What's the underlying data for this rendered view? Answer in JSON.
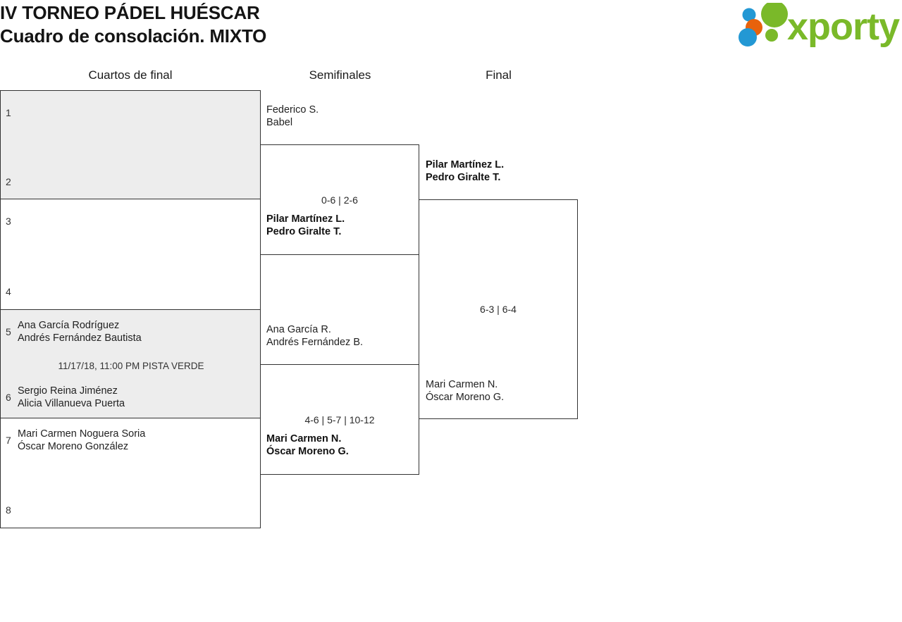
{
  "header": {
    "title_line1": "IV TORNEO PÁDEL HUÉSCAR",
    "title_line2": "Cuadro de consolación. MIXTO",
    "logo_text": "xporty",
    "logo_colors": {
      "green": "#7ab929",
      "orange": "#e8620c",
      "blue": "#2398d4"
    }
  },
  "rounds": [
    {
      "id": "quarters",
      "label": "Cuartos de final"
    },
    {
      "id": "semifinals",
      "label": "Semifinales"
    },
    {
      "id": "final",
      "label": "Final"
    }
  ],
  "quarters": {
    "matches": [
      {
        "shaded": true,
        "meta": "",
        "slots": [
          {
            "seed": "1",
            "player1": "",
            "player2": ""
          },
          {
            "seed": "2",
            "player1": "",
            "player2": ""
          }
        ]
      },
      {
        "shaded": false,
        "meta": "",
        "slots": [
          {
            "seed": "3",
            "player1": "",
            "player2": ""
          },
          {
            "seed": "4",
            "player1": "",
            "player2": ""
          }
        ]
      },
      {
        "shaded": true,
        "meta": "11/17/18, 11:00 PM PISTA VERDE",
        "slots": [
          {
            "seed": "5",
            "player1": "Ana García Rodríguez",
            "player2": "Andrés Fernández Bautista"
          },
          {
            "seed": "6",
            "player1": "Sergio Reina Jiménez",
            "player2": "Alicia Villanueva Puerta"
          }
        ]
      },
      {
        "shaded": false,
        "meta": "",
        "slots": [
          {
            "seed": "7",
            "player1": "Mari Carmen Noguera Soria",
            "player2": "Óscar Moreno González"
          },
          {
            "seed": "8",
            "player1": "",
            "player2": ""
          }
        ]
      }
    ]
  },
  "semifinals": {
    "matches": [
      {
        "score": "0-6 | 2-6",
        "top": {
          "player1": "Federico S.",
          "player2": "Babel",
          "winner": false
        },
        "bottom": {
          "player1": "Pilar Martínez L.",
          "player2": "Pedro Giralte T.",
          "winner": true
        }
      },
      {
        "score": "4-6 | 5-7 | 10-12",
        "top": {
          "player1": "Ana García R.",
          "player2": "Andrés Fernández B.",
          "winner": false
        },
        "bottom": {
          "player1": "Mari Carmen N.",
          "player2": "Óscar Moreno G.",
          "winner": true
        }
      }
    ]
  },
  "final": {
    "matches": [
      {
        "score": "6-3 | 6-4",
        "top": {
          "player1": "Pilar Martínez L.",
          "player2": "Pedro Giralte T.",
          "winner": true
        },
        "bottom": {
          "player1": "Mari Carmen N.",
          "player2": "Óscar Moreno G.",
          "winner": false
        }
      }
    ]
  }
}
